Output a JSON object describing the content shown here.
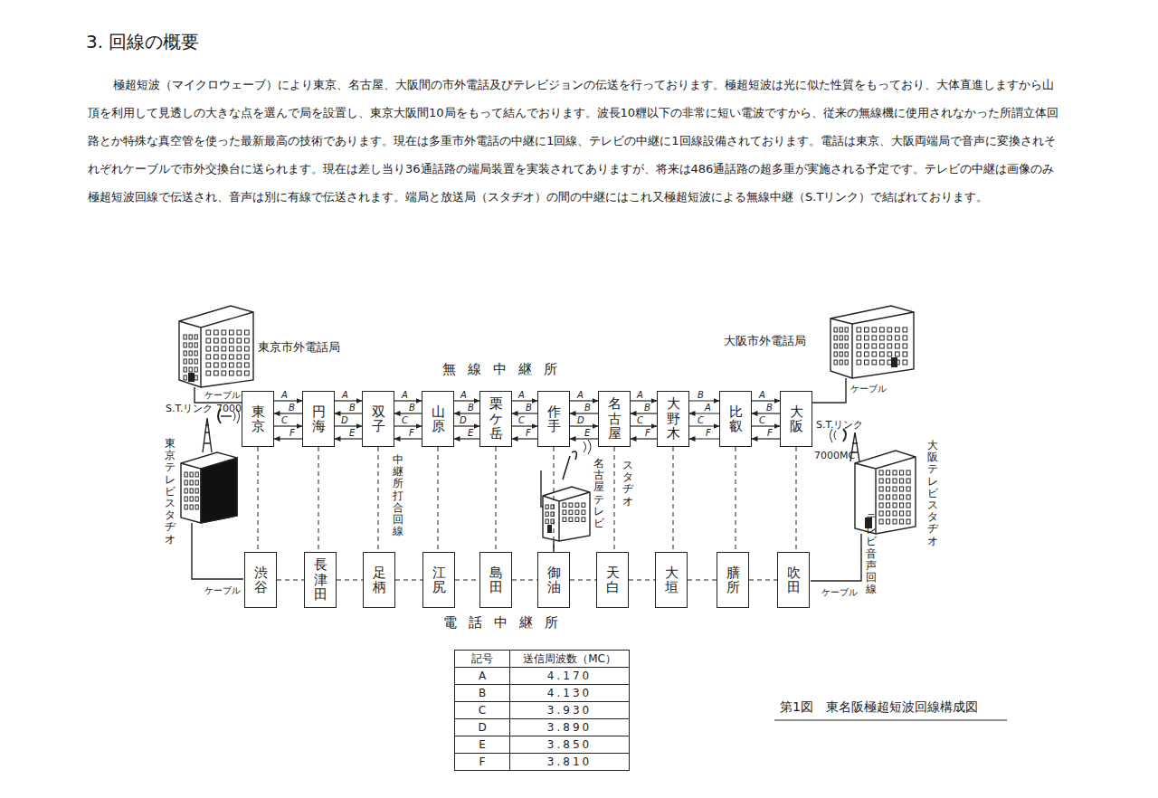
{
  "diagram": {
    "title": "3. 回線の概要",
    "caption": "第1図　東名阪極超短波回線構成図",
    "nodes": [
      {
        "text": [
          "東京"
        ]
      },
      {
        "text": [
          "円海"
        ]
      },
      {
        "text": [
          "双子"
        ]
      },
      {
        "text": [
          "山原"
        ]
      },
      {
        "text": [
          "栗ケ岳"
        ]
      },
      {
        "text": [
          "作手"
        ]
      },
      {
        "text": [
          "名古屋"
        ]
      },
      {
        "text": [
          "大野木"
        ]
      },
      {
        "text": [
          "比叡"
        ]
      },
      {
        "text": [
          "大阪"
        ]
      },
      {
        "text": [
          "渋谷"
        ]
      },
      {
        "text": [
          "長津田"
        ]
      },
      {
        "text": [
          "足柄"
        ]
      },
      {
        "text": [
          "江尻"
        ]
      },
      {
        "text": [
          "島田"
        ]
      },
      {
        "text": [
          "御油"
        ]
      },
      {
        "text": [
          "天白"
        ]
      },
      {
        "text": [
          "大垣"
        ]
      },
      {
        "text": [
          "膳所"
        ]
      },
      {
        "text": [
          "吹田"
        ]
      }
    ],
    "edges": [
      {
        "from": 0,
        "to": 1,
        "arrow": "to",
        "label": "A"
      },
      {
        "from": 1,
        "to": 0,
        "arrow": "to",
        "label": "B"
      },
      {
        "from": 0,
        "to": 1,
        "arrow": "to",
        "label": "C"
      },
      {
        "from": 1,
        "to": 0,
        "arrow": "to",
        "label": "F"
      },
      {
        "from": 1,
        "to": 2,
        "arrow": "to",
        "label": "A"
      },
      {
        "from": 2,
        "to": 1,
        "arrow": "to",
        "label": "B"
      },
      {
        "from": 1,
        "to": 2,
        "arrow": "to",
        "label": "D"
      },
      {
        "from": 2,
        "to": 1,
        "arrow": "to",
        "label": "E"
      },
      {
        "from": 2,
        "to": 3,
        "arrow": "to",
        "label": "A"
      },
      {
        "from": 3,
        "to": 2,
        "arrow": "to",
        "label": "B"
      },
      {
        "from": 2,
        "to": 3,
        "arrow": "to",
        "label": "C"
      },
      {
        "from": 3,
        "to": 2,
        "arrow": "to",
        "label": "F"
      },
      {
        "from": 3,
        "to": 4,
        "arrow": "to",
        "label": "A"
      },
      {
        "from": 4,
        "to": 3,
        "arrow": "to",
        "label": "B"
      },
      {
        "from": 3,
        "to": 4,
        "arrow": "to",
        "label": "D"
      },
      {
        "from": 4,
        "to": 3,
        "arrow": "to",
        "label": "E"
      },
      {
        "from": 4,
        "to": 5,
        "arrow": "to",
        "label": "A"
      },
      {
        "from": 5,
        "to": 4,
        "arrow": "to",
        "label": "B"
      },
      {
        "from": 4,
        "to": 5,
        "arrow": "to",
        "label": "C"
      },
      {
        "from": 5,
        "to": 4,
        "arrow": "to",
        "label": "F"
      },
      {
        "from": 5,
        "to": 6,
        "arrow": "to",
        "label": "A"
      },
      {
        "from": 6,
        "to": 5,
        "arrow": "to",
        "label": "B"
      },
      {
        "from": 5,
        "to": 6,
        "arrow": "to",
        "label": "D"
      },
      {
        "from": 6,
        "to": 5,
        "arrow": "to",
        "label": "E"
      },
      {
        "from": 6,
        "to": 7,
        "arrow": "to",
        "label": "A"
      },
      {
        "from": 7,
        "to": 6,
        "arrow": "to",
        "label": "B"
      },
      {
        "from": 6,
        "to": 7,
        "arrow": "to",
        "label": "C"
      },
      {
        "from": 7,
        "to": 6,
        "arrow": "to",
        "label": "F"
      },
      {
        "from": 7,
        "to": 8,
        "arrow": "to",
        "label": "B"
      },
      {
        "from": 8,
        "to": 7,
        "arrow": "to",
        "label": "A"
      },
      {
        "from": 7,
        "to": 8,
        "arrow": "to",
        "label": "C"
      },
      {
        "from": 8,
        "to": 7,
        "arrow": "to",
        "label": "F"
      },
      {
        "from": 8,
        "to": 9,
        "arrow": "to",
        "label": "A"
      },
      {
        "from": 9,
        "to": 8,
        "arrow": "to",
        "label": "B"
      },
      {
        "from": 8,
        "to": 9,
        "arrow": "to",
        "label": "C"
      },
      {
        "from": 9,
        "to": 8,
        "arrow": "to",
        "label": "F"
      },
      {
        "from": 0,
        "to": 10,
        "arrow": "none"
      },
      {
        "from": 1,
        "to": 11,
        "arrow": "none"
      },
      {
        "from": 2,
        "to": 12,
        "arrow": "none"
      },
      {
        "from": 3,
        "to": 13,
        "arrow": "none"
      },
      {
        "from": 4,
        "to": 14,
        "arrow": "none"
      },
      {
        "from": 5,
        "to": 15,
        "arrow": "none"
      },
      {
        "from": 6,
        "to": 16,
        "arrow": "none"
      },
      {
        "from": 7,
        "to": 17,
        "arrow": "none"
      },
      {
        "from": 8,
        "to": 18,
        "arrow": "none"
      },
      {
        "from": 9,
        "to": 19,
        "arrow": "none"
      },
      {
        "from": 10,
        "to": 11,
        "arrow": "none"
      },
      {
        "from": 11,
        "to": 12,
        "arrow": "none"
      },
      {
        "from": 12,
        "to": 13,
        "arrow": "none"
      },
      {
        "from": 13,
        "to": 14,
        "arrow": "none"
      },
      {
        "from": 14,
        "to": 15,
        "arrow": "none"
      },
      {
        "from": 15,
        "to": 16,
        "arrow": "none"
      },
      {
        "from": 16,
        "to": 17,
        "arrow": "none"
      },
      {
        "from": 17,
        "to": 18,
        "arrow": "none"
      },
      {
        "from": 18,
        "to": 19,
        "arrow": "none"
      }
    ],
    "labels": [
      "極超短波（マイクロウェーブ）により東京、名古屋、大阪間の市外電話及びテレビジョンの伝送を行っております。極超短波は光に似た性質をもっており、大体直進しますから山頂を利用して見透しの大きな点を選んで局を設置し、東京大阪間10局をもって結んでおります。波長10糎以下の非常に短い電波ですから、従来の無線機に使用されなかった所謂立体回路とか特殊な真空管を使った最新最高の技術であります。現在は多重市外電話の中継に1回線、テレビの中継に1回線設備されております。電話は東京、大阪両端局で音声に変換されそれぞれケーブルで市外交換台に送られます。現在は差し当り36通話路の端局装置を実装されてありますが、将来は486通話路の超多重が実施される予定です。テレビの中継は画像のみ極超短波回線で伝送され、音声は別に有線で伝送されます。端局と放送局（スタヂオ）の間の中継にはこれ又極超短波による無線中継（S.Tリンク）で結ばれております。",
      "無線中継所",
      "電話中継所",
      "東京市外電話局",
      "大阪市外電話局",
      "ケーブル",
      "ケーブル",
      "ケーブル",
      "ケーブル",
      "S.T.リンク 7000MC",
      "S.T.リンク",
      "7000MC",
      "東京テレビスタヂオ",
      "大阪テレビスタヂオ",
      "中継所打合回線",
      "名古屋テレビ",
      "スタヂオ",
      "テレビ音声回線",
      "記号",
      "送信周波数（MC）",
      "A",
      "4.170",
      "B",
      "4.130",
      "C",
      "3.930",
      "D",
      "3.890",
      "E",
      "3.850",
      "F",
      "3.810"
    ]
  }
}
